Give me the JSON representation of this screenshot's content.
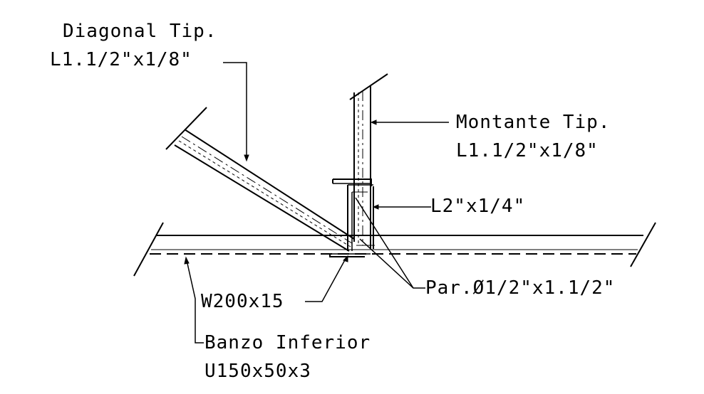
{
  "labels": {
    "diagonal_name": "Diagonal Tip.",
    "diagonal_profile": "L1.1/2\"x1/8\"",
    "montante_name": "Montante Tip.",
    "montante_profile": "L1.1/2\"x1/8\"",
    "gusset_profile": "L2\"x1/4\"",
    "bolts": "Par.Ø1/2\"x1.1/2\"",
    "beam_profile": "W200x15",
    "chord_name": "Banzo Inferior",
    "chord_profile": "U150x50x3"
  },
  "colors": {
    "line": "#000000",
    "background": "#ffffff"
  }
}
